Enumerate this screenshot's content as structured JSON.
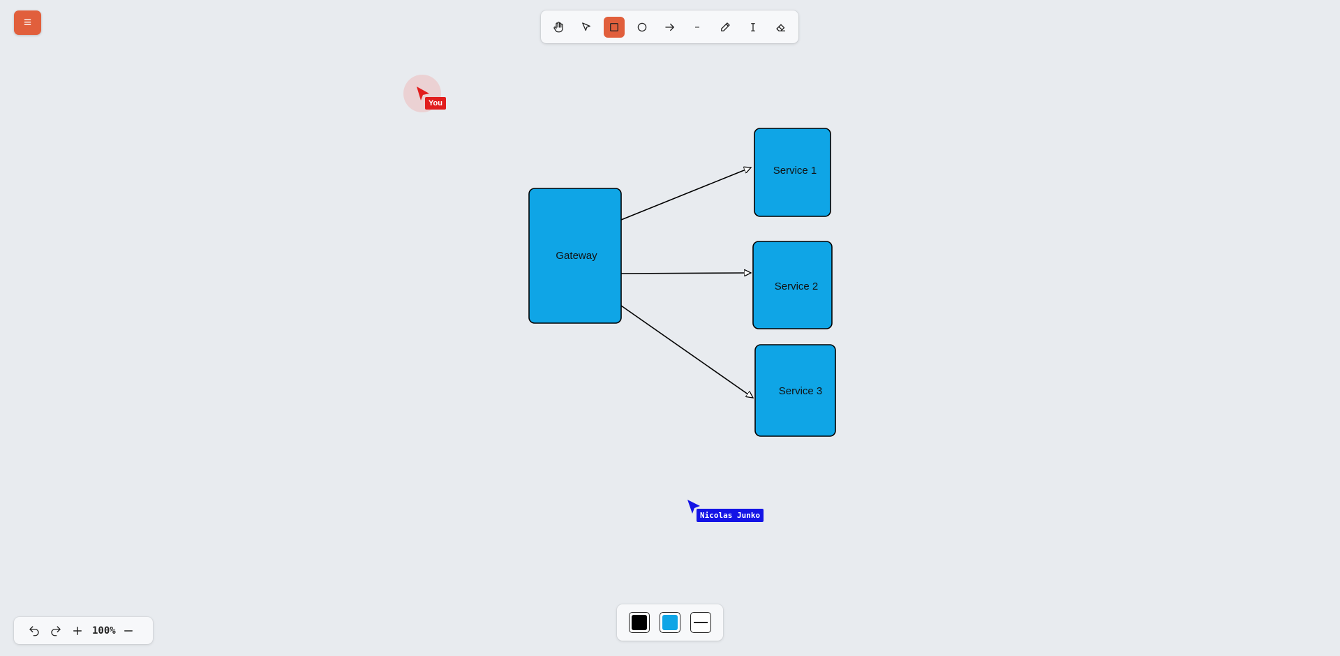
{
  "colors": {
    "accent": "#e15f3c",
    "shape_fill": "#0fa5e6",
    "you_cursor": "#e11d1d",
    "other_cursor": "#1414e6"
  },
  "menu": {
    "icon": "hamburger-icon",
    "label": "≡"
  },
  "toolbar": {
    "tools": [
      {
        "name": "hand",
        "icon": "hand-icon",
        "active": false
      },
      {
        "name": "select",
        "icon": "pointer-icon",
        "active": false
      },
      {
        "name": "rectangle",
        "icon": "square-icon",
        "active": true
      },
      {
        "name": "ellipse",
        "icon": "circle-icon",
        "active": false
      },
      {
        "name": "arrow",
        "icon": "arrow-right-icon",
        "active": false
      },
      {
        "name": "line",
        "icon": "line-icon",
        "active": false
      },
      {
        "name": "pencil",
        "icon": "pencil-icon",
        "active": false
      },
      {
        "name": "text",
        "icon": "text-cursor-icon",
        "active": false
      },
      {
        "name": "eraser",
        "icon": "eraser-icon",
        "active": false
      }
    ]
  },
  "diagram": {
    "gateway": "Gateway",
    "services": [
      "Service 1",
      "Service 2",
      "Service 3"
    ]
  },
  "cursors": {
    "you": "You",
    "collaborator": "Nicolas Junko"
  },
  "zoom": {
    "label": "100%"
  },
  "style": {
    "stroke_color": "#000000",
    "fill_color": "#0fa5e6",
    "stroke_style": "solid"
  }
}
